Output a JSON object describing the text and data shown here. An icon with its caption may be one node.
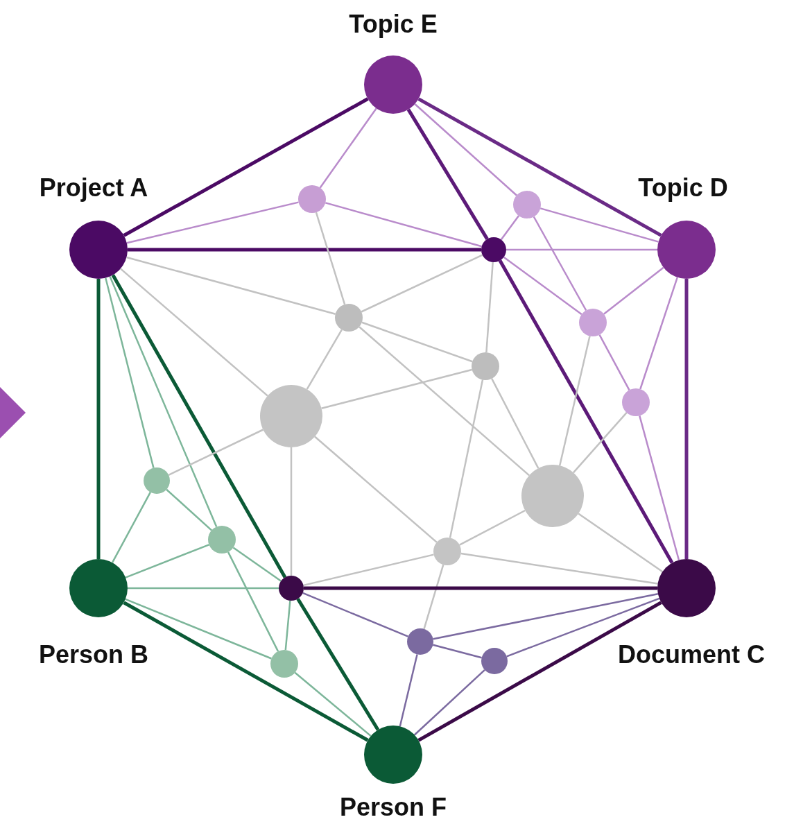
{
  "diagram": {
    "nodes": [
      {
        "text": [
          "Topic E"
        ]
      },
      {
        "text": [
          "Project A"
        ]
      },
      {
        "text": [],
        "shape": "circle"
      },
      {
        "text": [],
        "shape": "circle"
      },
      {
        "text": [],
        "shape": "circle"
      },
      {
        "text": [
          "Topic D"
        ]
      },
      {
        "text": [],
        "shape": "circle"
      },
      {
        "text": [],
        "shape": "circle"
      },
      {
        "text": [],
        "shape": "circle"
      },
      {
        "text": [],
        "shape": "circle"
      },
      {
        "text": [],
        "shape": "circle"
      },
      {
        "text": [],
        "shape": "circle"
      },
      {
        "text": [],
        "shape": "circle"
      },
      {
        "text": [],
        "shape": "circle"
      },
      {
        "text": [],
        "shape": "circle"
      },
      {
        "text": [
          "Person B"
        ]
      },
      {
        "text": [],
        "shape": "circle"
      },
      {
        "text": [
          "Document C"
        ]
      },
      {
        "text": [],
        "shape": "circle"
      },
      {
        "text": [],
        "shape": "circle"
      },
      {
        "text": [],
        "shape": "circle"
      },
      {
        "text": [
          "Person F"
        ]
      },
      {
        "text": [],
        "shape": "diamond"
      }
    ],
    "edges": [
      {
        "from": 0,
        "to": 1,
        "arrow": "none",
        "style": "thick",
        "color": "#4b0a64"
      },
      {
        "from": 0,
        "to": 2,
        "arrow": "none",
        "color": "#b98bcb"
      },
      {
        "from": 0,
        "to": 4,
        "arrow": "none",
        "style": "thick",
        "color": "#5c1a78"
      },
      {
        "from": 0,
        "to": 3,
        "arrow": "none",
        "color": "#b98bcb"
      },
      {
        "from": 0,
        "to": 5,
        "arrow": "none",
        "style": "thick",
        "color": "#6a2a86"
      },
      {
        "from": 1,
        "to": 2,
        "arrow": "none",
        "color": "#b98bcb"
      },
      {
        "from": 1,
        "to": 4,
        "arrow": "none",
        "style": "thick",
        "color": "#4b0a64"
      },
      {
        "from": 1,
        "to": 6,
        "arrow": "none"
      },
      {
        "from": 1,
        "to": 10,
        "arrow": "none"
      },
      {
        "from": 1,
        "to": 15,
        "arrow": "none",
        "style": "thick",
        "color": "#0b5a36"
      },
      {
        "from": 1,
        "to": 11,
        "arrow": "none",
        "color": "#7db69a"
      },
      {
        "from": 1,
        "to": 13,
        "arrow": "none",
        "color": "#7db69a"
      },
      {
        "from": 1,
        "to": 16,
        "arrow": "none",
        "style": "thick",
        "color": "#0b5a36"
      },
      {
        "from": 2,
        "to": 4,
        "arrow": "none",
        "color": "#b98bcb"
      },
      {
        "from": 2,
        "to": 6,
        "arrow": "none"
      },
      {
        "from": 3,
        "to": 4,
        "arrow": "none",
        "color": "#b98bcb"
      },
      {
        "from": 3,
        "to": 5,
        "arrow": "none",
        "color": "#b98bcb"
      },
      {
        "from": 3,
        "to": 7,
        "arrow": "none",
        "color": "#b98bcb"
      },
      {
        "from": 4,
        "to": 5,
        "arrow": "none",
        "color": "#b98bcb"
      },
      {
        "from": 4,
        "to": 7,
        "arrow": "none",
        "color": "#b98bcb"
      },
      {
        "from": 4,
        "to": 6,
        "arrow": "none"
      },
      {
        "from": 4,
        "to": 8,
        "arrow": "none"
      },
      {
        "from": 4,
        "to": 17,
        "arrow": "none",
        "style": "thick",
        "color": "#5c1a78"
      },
      {
        "from": 5,
        "to": 7,
        "arrow": "none",
        "color": "#b98bcb"
      },
      {
        "from": 5,
        "to": 9,
        "arrow": "none",
        "color": "#b98bcb"
      },
      {
        "from": 5,
        "to": 17,
        "arrow": "none",
        "style": "thick",
        "color": "#6a2a86"
      },
      {
        "from": 7,
        "to": 9,
        "arrow": "none",
        "color": "#b98bcb"
      },
      {
        "from": 7,
        "to": 12,
        "arrow": "none"
      },
      {
        "from": 9,
        "to": 12,
        "arrow": "none"
      },
      {
        "from": 9,
        "to": 17,
        "arrow": "none",
        "color": "#b98bcb"
      },
      {
        "from": 6,
        "to": 10,
        "arrow": "none"
      },
      {
        "from": 6,
        "to": 8,
        "arrow": "none"
      },
      {
        "from": 6,
        "to": 12,
        "arrow": "none"
      },
      {
        "from": 8,
        "to": 10,
        "arrow": "none"
      },
      {
        "from": 8,
        "to": 12,
        "arrow": "none"
      },
      {
        "from": 8,
        "to": 14,
        "arrow": "none"
      },
      {
        "from": 10,
        "to": 11,
        "arrow": "none"
      },
      {
        "from": 10,
        "to": 16,
        "arrow": "none"
      },
      {
        "from": 10,
        "to": 14,
        "arrow": "none"
      },
      {
        "from": 12,
        "to": 14,
        "arrow": "none"
      },
      {
        "from": 12,
        "to": 17,
        "arrow": "none"
      },
      {
        "from": 14,
        "to": 16,
        "arrow": "none"
      },
      {
        "from": 14,
        "to": 17,
        "arrow": "none"
      },
      {
        "from": 14,
        "to": 18,
        "arrow": "none"
      },
      {
        "from": 11,
        "to": 13,
        "arrow": "none",
        "color": "#7db69a"
      },
      {
        "from": 11,
        "to": 15,
        "arrow": "none",
        "color": "#7db69a"
      },
      {
        "from": 13,
        "to": 15,
        "arrow": "none",
        "color": "#7db69a"
      },
      {
        "from": 13,
        "to": 16,
        "arrow": "none",
        "color": "#7db69a"
      },
      {
        "from": 13,
        "to": 20,
        "arrow": "none",
        "color": "#7db69a"
      },
      {
        "from": 15,
        "to": 16,
        "arrow": "none",
        "color": "#7db69a"
      },
      {
        "from": 15,
        "to": 20,
        "arrow": "none",
        "color": "#7db69a"
      },
      {
        "from": 15,
        "to": 21,
        "arrow": "none",
        "style": "thick",
        "color": "#0b5a36"
      },
      {
        "from": 16,
        "to": 17,
        "arrow": "none",
        "style": "thick",
        "color": "#3b0a48"
      },
      {
        "from": 16,
        "to": 18,
        "arrow": "none",
        "color": "#7b6aa0"
      },
      {
        "from": 16,
        "to": 20,
        "arrow": "none",
        "color": "#7db69a"
      },
      {
        "from": 16,
        "to": 21,
        "arrow": "none",
        "style": "thick",
        "color": "#0b5a36"
      },
      {
        "from": 17,
        "to": 18,
        "arrow": "none",
        "color": "#7b6aa0"
      },
      {
        "from": 17,
        "to": 19,
        "arrow": "none",
        "color": "#7b6aa0"
      },
      {
        "from": 17,
        "to": 21,
        "arrow": "none",
        "style": "thick",
        "color": "#3b0a48"
      },
      {
        "from": 18,
        "to": 19,
        "arrow": "none",
        "color": "#7b6aa0"
      },
      {
        "from": 18,
        "to": 21,
        "arrow": "none",
        "color": "#7b6aa0"
      },
      {
        "from": 19,
        "to": 21,
        "arrow": "none",
        "color": "#7b6aa0"
      },
      {
        "from": 20,
        "to": 21,
        "arrow": "none",
        "color": "#7db69a"
      }
    ]
  }
}
